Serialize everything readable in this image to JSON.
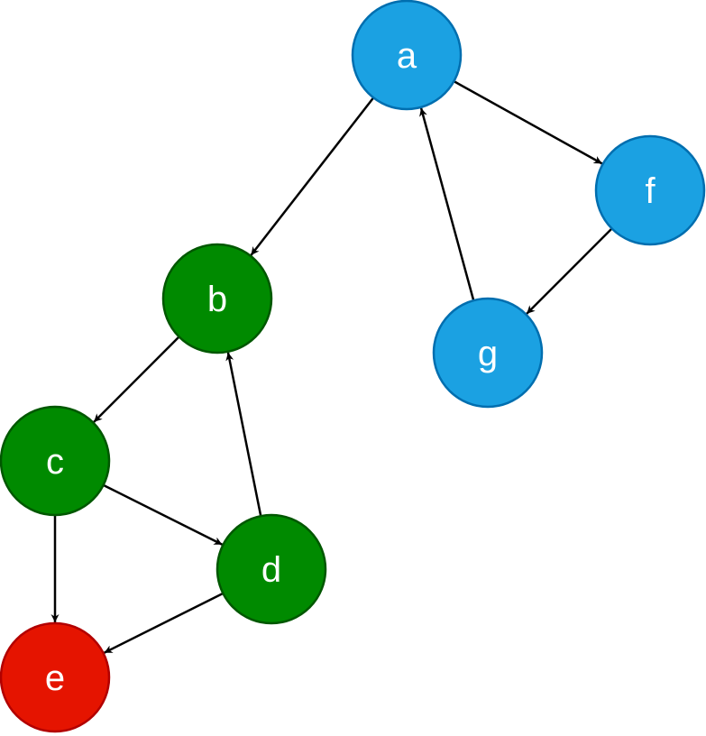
{
  "diagram": {
    "type": "directed-graph",
    "colors": {
      "blue": {
        "fill": "#1ba1e2",
        "stroke": "#006eaf"
      },
      "green": {
        "fill": "#008a00",
        "stroke": "#005700"
      },
      "red": {
        "fill": "#e51400",
        "stroke": "#b20000"
      }
    },
    "nodes": [
      {
        "id": "a",
        "label": "a",
        "color": "blue"
      },
      {
        "id": "b",
        "label": "b",
        "color": "green"
      },
      {
        "id": "c",
        "label": "c",
        "color": "green"
      },
      {
        "id": "d",
        "label": "d",
        "color": "green"
      },
      {
        "id": "e",
        "label": "e",
        "color": "red"
      },
      {
        "id": "f",
        "label": "f",
        "color": "blue"
      },
      {
        "id": "g",
        "label": "g",
        "color": "blue"
      }
    ],
    "edges": [
      {
        "from": "a",
        "to": "b"
      },
      {
        "from": "a",
        "to": "f"
      },
      {
        "from": "f",
        "to": "g"
      },
      {
        "from": "g",
        "to": "a"
      },
      {
        "from": "b",
        "to": "c"
      },
      {
        "from": "c",
        "to": "d"
      },
      {
        "from": "c",
        "to": "e"
      },
      {
        "from": "d",
        "to": "b"
      },
      {
        "from": "d",
        "to": "e"
      }
    ]
  }
}
